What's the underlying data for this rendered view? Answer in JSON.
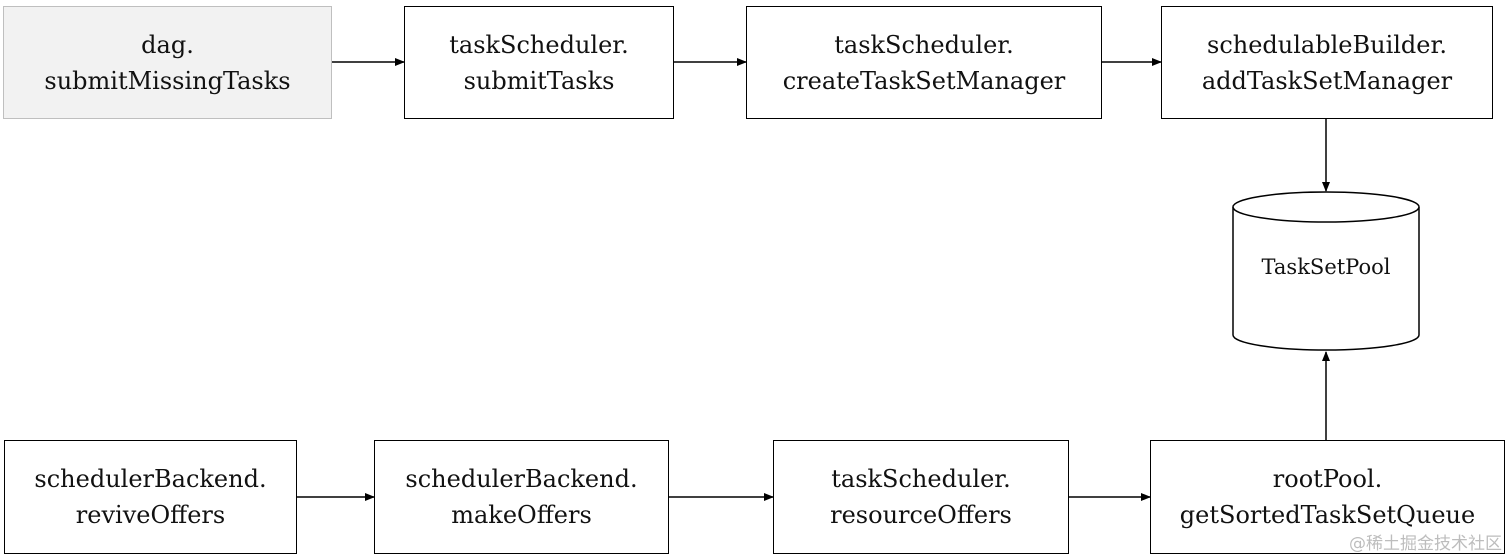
{
  "nodes": {
    "dag_submit": {
      "line1": "dag.",
      "line2": "submitMissingTasks"
    },
    "ts_submit": {
      "line1": "taskScheduler.",
      "line2": "submitTasks"
    },
    "ts_create": {
      "line1": "taskScheduler.",
      "line2": "createTaskSetManager"
    },
    "sb_add": {
      "line1": "schedulableBuilder.",
      "line2": "addTaskSetManager"
    },
    "pool": {
      "label": "TaskSetPool"
    },
    "be_revive": {
      "line1": "schedulerBackend.",
      "line2": "reviveOffers"
    },
    "be_make": {
      "line1": "schedulerBackend.",
      "line2": "makeOffers"
    },
    "ts_resource": {
      "line1": "taskScheduler.",
      "line2": "resourceOffers"
    },
    "root_sorted": {
      "line1": "rootPool.",
      "line2": "getSortedTaskSetQueue"
    }
  },
  "edges": [
    {
      "from": "dag_submit",
      "to": "ts_submit"
    },
    {
      "from": "ts_submit",
      "to": "ts_create"
    },
    {
      "from": "ts_create",
      "to": "sb_add"
    },
    {
      "from": "sb_add",
      "to": "pool"
    },
    {
      "from": "be_revive",
      "to": "be_make"
    },
    {
      "from": "be_make",
      "to": "ts_resource"
    },
    {
      "from": "ts_resource",
      "to": "root_sorted"
    },
    {
      "from": "root_sorted",
      "to": "pool"
    }
  ],
  "watermark": "@稀土掘金技术社区",
  "colors": {
    "stroke": "#000000",
    "start_fill": "#f2f2f2",
    "watermark": "#bdbdbd"
  }
}
